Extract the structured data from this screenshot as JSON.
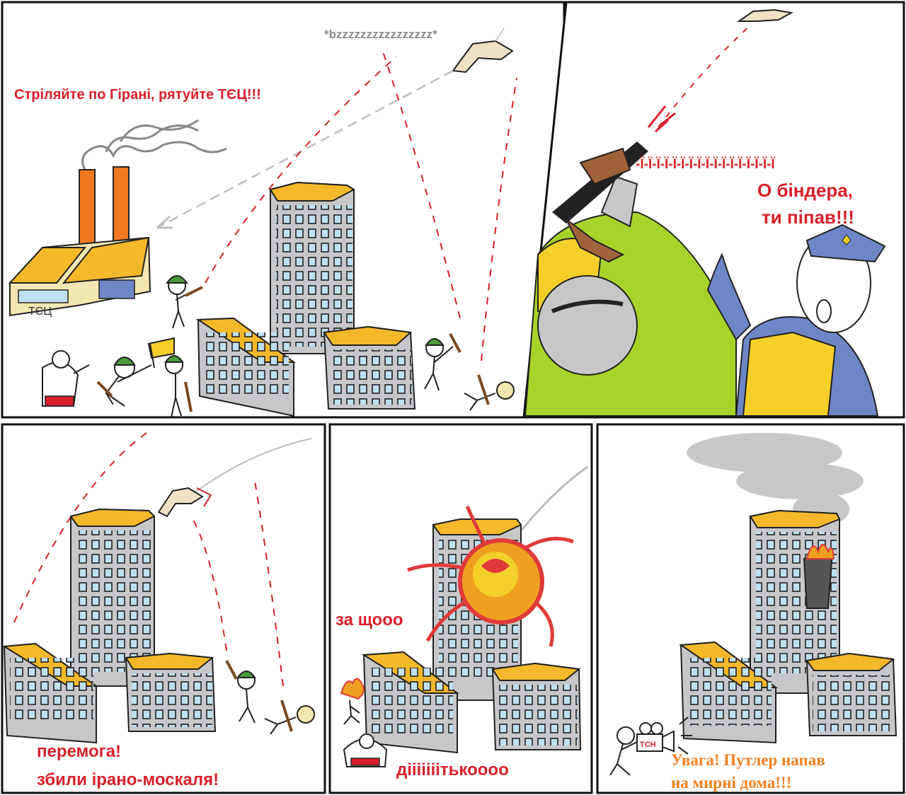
{
  "comic": {
    "panel1": {
      "sound": "*bzzzzzzzzzzzzzzzz*",
      "shout": "Стріляйте по Гірані, рятуйте ТЄЦ!!!",
      "plant_sign": "ТЄЦ"
    },
    "panel2": {
      "scream": "-Ї-Ї-Ї-Ї-Ї-Ї-Ї-Ї-Ї-Ї-Ї-Ї-Ї-Ї-Ї-Ї-Ї",
      "speech_line1": "О біндера,",
      "speech_line2": "ти піпав!!!"
    },
    "panel3": {
      "cheer_line1": "перемога!",
      "cheer_line2": "збили ірано-москаля!"
    },
    "panel4": {
      "question": "за щооо",
      "cry": "дііііііітькоооо"
    },
    "panel5": {
      "camera_label": "ТСН",
      "news_line1": "Увага! Путлер напав",
      "news_line2": "на мирні дома!!!"
    }
  },
  "colors": {
    "caption_red": "#d8202a",
    "news_orange": "#f08020",
    "roof_yellow": "#f5b82a",
    "wall_gray": "#c7c7c9",
    "window_blue": "#bfe0f0",
    "coat_green": "#a8d32a",
    "uniform_blue": "#6f86c6",
    "vest_yellow": "#f4cf2a",
    "chimney_orange": "#f07820",
    "fire": "#f0a020"
  }
}
